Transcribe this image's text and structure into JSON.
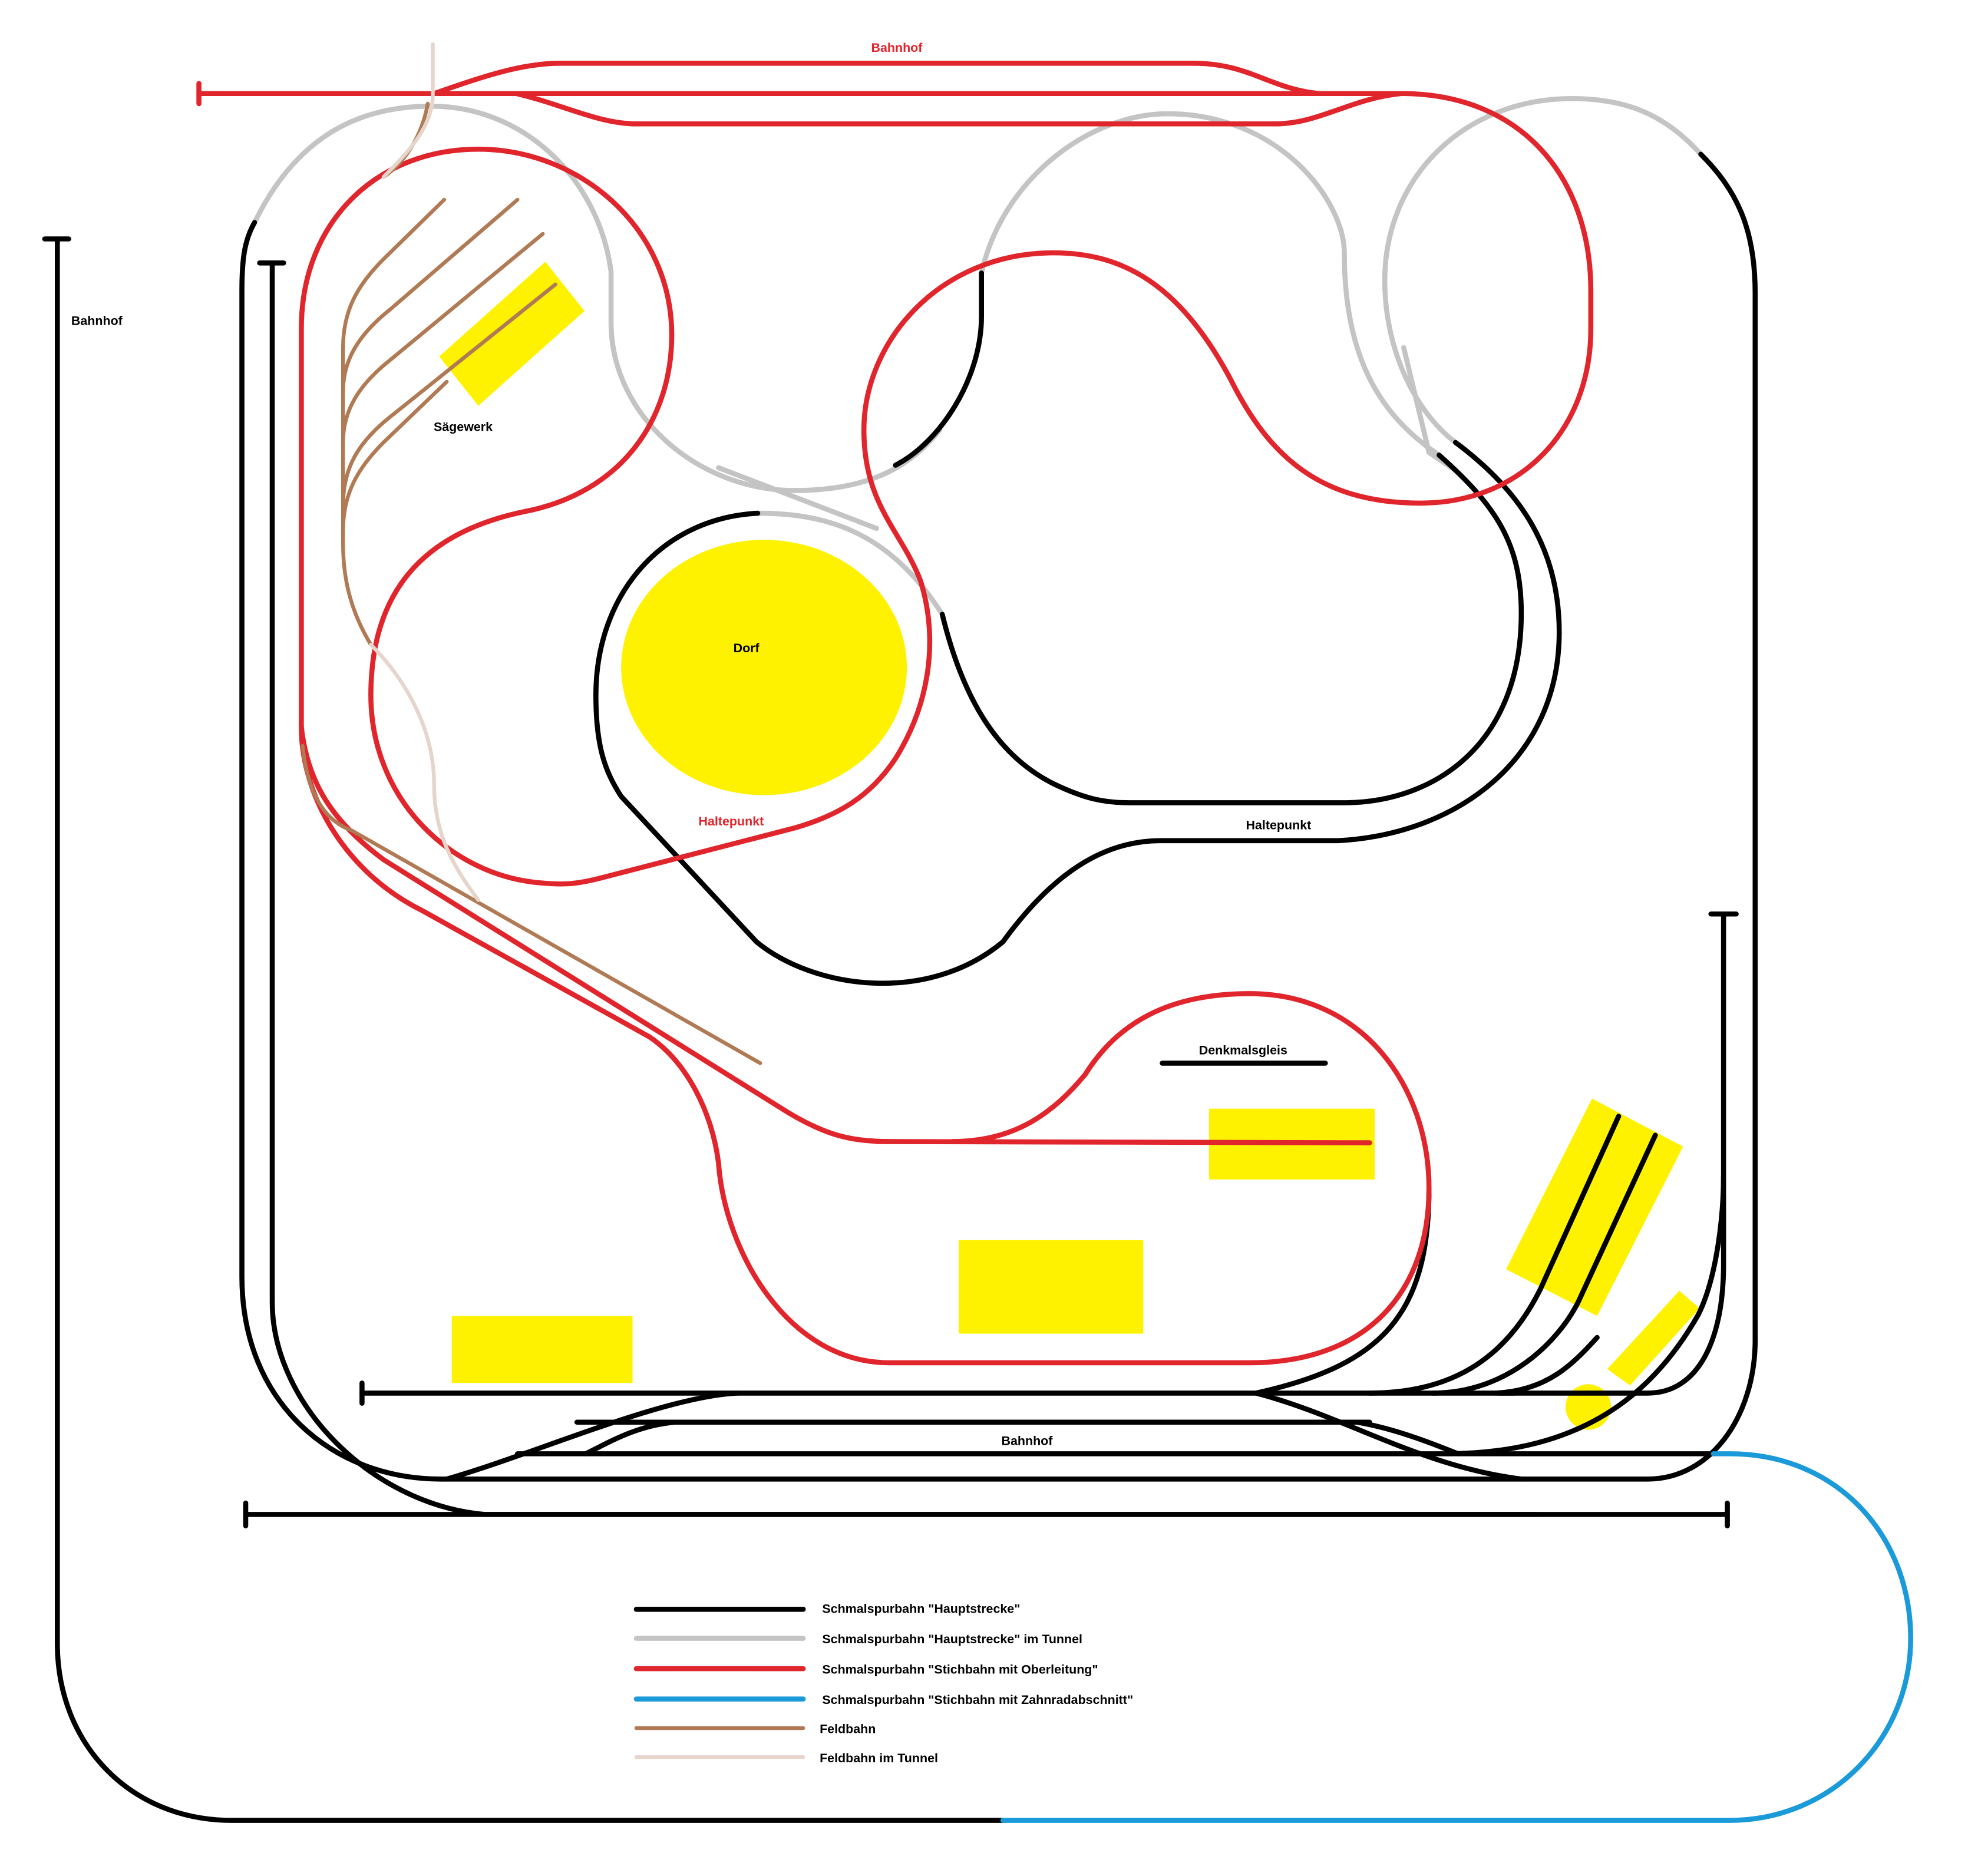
{
  "colors": {
    "main": "#000000",
    "tunnel": "#c4c4c4",
    "overhead": "#e0262c",
    "rack": "#1a9ad9",
    "field": "#b07a54",
    "field_tunnel": "#e6d5cc",
    "building": "#fff200"
  },
  "labels": {
    "bahnhof_top": "Bahnhof",
    "bahnhof_left": "Bahnhof",
    "bahnhof_bottom": "Bahnhof",
    "saegewerk": "Sägewerk",
    "dorf": "Dorf",
    "haltepunkt_red": "Haltepunkt",
    "haltepunkt_black": "Haltepunkt",
    "denkmalsgleis": "Denkmalsgleis"
  },
  "legend": [
    {
      "text": "Schmalspurbahn \"Hauptstrecke\"",
      "color": "#000000"
    },
    {
      "text": "Schmalspurbahn \"Hauptstrecke\" im Tunnel",
      "color": "#c4c4c4"
    },
    {
      "text": "Schmalspurbahn \"Stichbahn mit Oberleitung\"",
      "color": "#e0262c"
    },
    {
      "text": "Schmalspurbahn \"Stichbahn mit Zahnradabschnitt\"",
      "color": "#1a9ad9"
    },
    {
      "text": "Feldbahn",
      "color": "#b07a54"
    },
    {
      "text": "Feldbahn im Tunnel",
      "color": "#e6d5cc"
    }
  ]
}
